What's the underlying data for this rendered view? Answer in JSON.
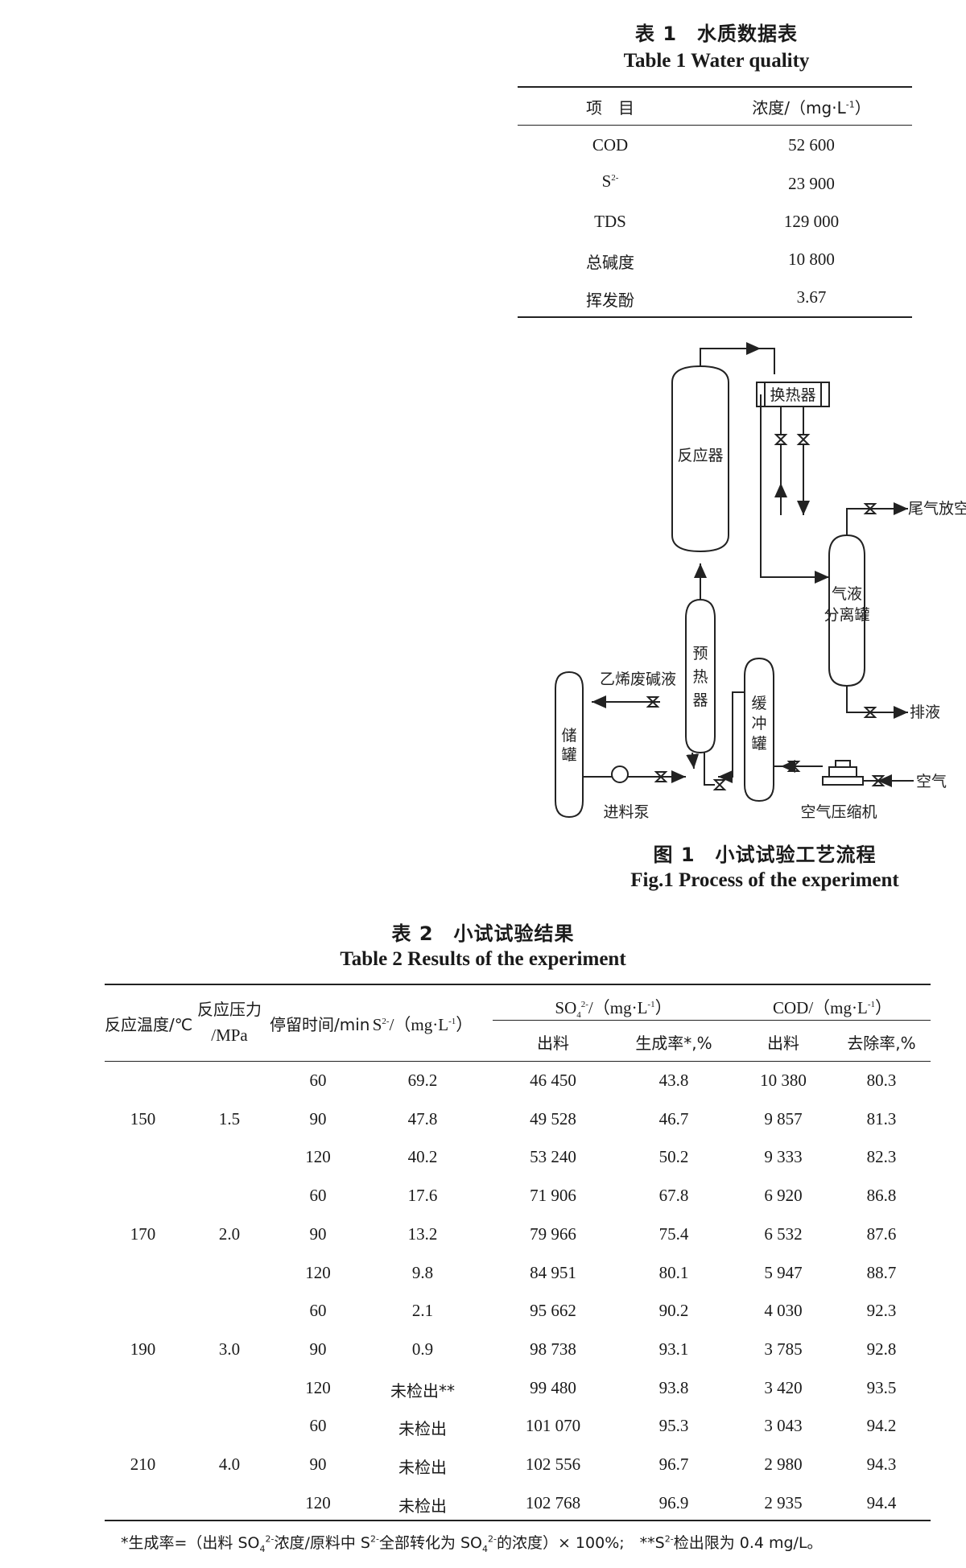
{
  "table1": {
    "caption_cn": "表 1　水质数据表",
    "caption_en": "Table 1 Water quality",
    "headers": [
      "项　目",
      "浓度/（mg·L-1）"
    ],
    "rows": [
      [
        "COD",
        "52 600"
      ],
      [
        "S2-",
        "23 900"
      ],
      [
        "TDS",
        "129 000"
      ],
      [
        "总碱度",
        "10 800"
      ],
      [
        "挥发酚",
        "3.67"
      ]
    ]
  },
  "figure1": {
    "caption_cn": "图 1　小试试验工艺流程",
    "caption_en": "Fig.1 Process of the experiment",
    "labels": {
      "reactor": "反应器",
      "heat_exchanger": "换热器",
      "tail_gas": "尾气放空",
      "separator_1": "气液",
      "separator_2": "分离罐",
      "drain": "排液",
      "preheater_1": "预",
      "preheater_2": "热",
      "preheater_3": "器",
      "spent_caustic": "乙烯废碱液",
      "storage_1": "储",
      "storage_2": "罐",
      "feed_pump": "进料泵",
      "buffer_1": "缓",
      "buffer_2": "冲",
      "buffer_3": "罐",
      "compressor": "空气压缩机",
      "air": "空气"
    }
  },
  "table2": {
    "caption_cn": "表 2　小试试验结果",
    "caption_en": "Table 2 Results of the experiment",
    "headers": {
      "temp": "反应温度/℃",
      "pressure_1": "反应压力",
      "pressure_2": "/MPa",
      "time": "停留时间/min",
      "s2": "S2-/（mg·L-1）",
      "so4": "SO42-/（mg·L-1）",
      "cod": "COD/（mg·L-1）",
      "so4_out": "出料",
      "so4_rate": "生成率*,%",
      "cod_out": "出料",
      "cod_rate": "去除率,%"
    },
    "groups": [
      {
        "temp": "150",
        "pressure": "1.5"
      },
      {
        "temp": "170",
        "pressure": "2.0"
      },
      {
        "temp": "190",
        "pressure": "3.0"
      },
      {
        "temp": "210",
        "pressure": "4.0"
      }
    ],
    "rows": [
      [
        "60",
        "69.2",
        "46 450",
        "43.8",
        "10 380",
        "80.3"
      ],
      [
        "90",
        "47.8",
        "49 528",
        "46.7",
        "9 857",
        "81.3"
      ],
      [
        "120",
        "40.2",
        "53 240",
        "50.2",
        "9 333",
        "82.3"
      ],
      [
        "60",
        "17.6",
        "71 906",
        "67.8",
        "6 920",
        "86.8"
      ],
      [
        "90",
        "13.2",
        "79 966",
        "75.4",
        "6 532",
        "87.6"
      ],
      [
        "120",
        "9.8",
        "84 951",
        "80.1",
        "5 947",
        "88.7"
      ],
      [
        "60",
        "2.1",
        "95 662",
        "90.2",
        "4 030",
        "92.3"
      ],
      [
        "90",
        "0.9",
        "98 738",
        "93.1",
        "3 785",
        "92.8"
      ],
      [
        "120",
        "未检出**",
        "99 480",
        "93.8",
        "3 420",
        "93.5"
      ],
      [
        "60",
        "未检出",
        "101 070",
        "95.3",
        "3 043",
        "94.2"
      ],
      [
        "90",
        "未检出",
        "102 556",
        "96.7",
        "2 980",
        "94.3"
      ],
      [
        "120",
        "未检出",
        "102 768",
        "96.9",
        "2 935",
        "94.4"
      ]
    ],
    "footnote": "*生成率=（出料 SO42-浓度/原料中 S2-全部转化为 SO42-的浓度）× 100%;　**S2-检出限为 0.4 mg/L。"
  }
}
